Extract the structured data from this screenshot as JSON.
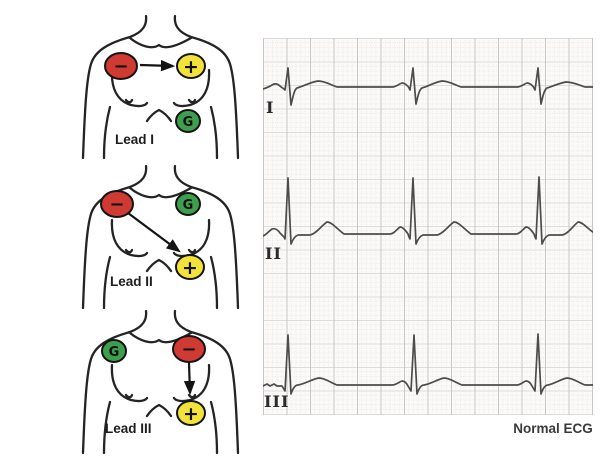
{
  "colors": {
    "negative_electrode": "#cf3a33",
    "positive_electrode": "#f2e23a",
    "ground_electrode": "#3f9e4d",
    "trace": "#4c4c4c",
    "grid_minor": "#e8e6e6",
    "grid_major_v": "#c8c5c5",
    "grid_major_h": "#dedbdb",
    "paper": "#fbfaf9"
  },
  "lead_diagrams": [
    {
      "label": "Lead I",
      "negative_symbol": "−",
      "positive_symbol": "+",
      "ground_symbol": "G"
    },
    {
      "label": "Lead II",
      "negative_symbol": "−",
      "positive_symbol": "+",
      "ground_symbol": "G"
    },
    {
      "label": "Lead III",
      "negative_symbol": "−",
      "positive_symbol": "+",
      "ground_symbol": "G"
    }
  ],
  "ecg_panel": {
    "trace_labels": [
      "I",
      "II",
      "III"
    ],
    "caption": "Normal ECG"
  }
}
